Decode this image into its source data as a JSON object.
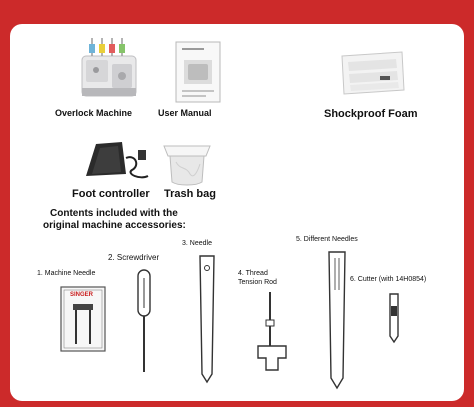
{
  "accessories": {
    "overlock_machine": "Overlock Machine",
    "user_manual": "User Manual",
    "shockproof_foam": "Shockproof Foam",
    "foot_controller": "Foot controller",
    "trash_bag": "Trash bag"
  },
  "contents": {
    "heading_line1": "Contents included with the",
    "heading_line2": "original machine accessories:",
    "machine_needle": "1. Machine Needle",
    "screwdriver": "2. Screwdriver",
    "needle": "3. Needle",
    "thread_tension_rod_line1": "4. Thread",
    "thread_tension_rod_line2": "Tension Rod",
    "different_needles": "5. Different Needles",
    "cutter": "6. Cutter (with 14H0854)",
    "needle_brand": "SINGER"
  },
  "colors": {
    "frame": "#cc2a2a",
    "panel": "#ffffff"
  }
}
